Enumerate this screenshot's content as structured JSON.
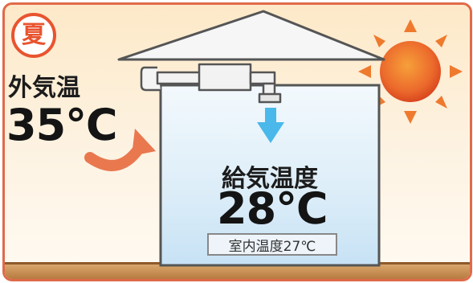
{
  "season": {
    "label": "夏"
  },
  "outside": {
    "label": "外気温",
    "value": "35℃"
  },
  "supply": {
    "label": "給気温度",
    "value": "28℃"
  },
  "room": {
    "label": "室内温度27℃"
  },
  "colors": {
    "frame": "#e06a4a",
    "sun": "#e8542f",
    "sun_core": "#f28a2a",
    "airflow_arrow": "#4ab8ea",
    "intake_arrow": "#e9784f",
    "interior": "#d4ebf8",
    "roof": "#f4f4f4",
    "ground": "#b77a40"
  },
  "icons": [
    "sun-icon",
    "down-arrow-icon",
    "curved-arrow-icon",
    "ventilation-duct-icon"
  ]
}
